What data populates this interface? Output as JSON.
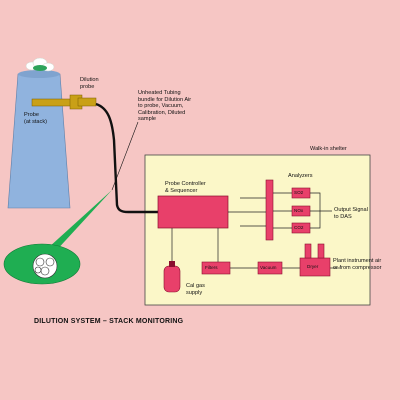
{
  "caption": "DILUTION SYSTEM – STACK MONITORING",
  "labels": {
    "probe_at_stack": "Probe\n(at stack)",
    "dilution_probe": "Dilution\nprobe",
    "tubing_bundle": "Unheated Tubing\nbundle for Dilution Air\nto probe, Vacuum,\nCalibration, Diluted\nsample",
    "walk_in_shelter": "Walk-in shelter",
    "probe_controller": "Probe Controller\n& Sequencer",
    "analyzers": "Analyzers",
    "output_signal": "Output Signal\nto DAS",
    "cal_gas": "Cal gas\nsupply",
    "plant_air": "Plant instrument air\nor from compressor",
    "vacuum_pump": "Vacuum",
    "filters": "Filters",
    "dryer": "Dryer",
    "analyzer_1": "SO2",
    "analyzer_2": "NOx",
    "analyzer_3": "CO2"
  },
  "colors": {
    "background": "#f6c6c4",
    "shelter": "#fbf7c8",
    "stack": "#90b3de",
    "component": "#e8406a",
    "cross_section": "#1fae52",
    "probe": "#c9a017"
  }
}
